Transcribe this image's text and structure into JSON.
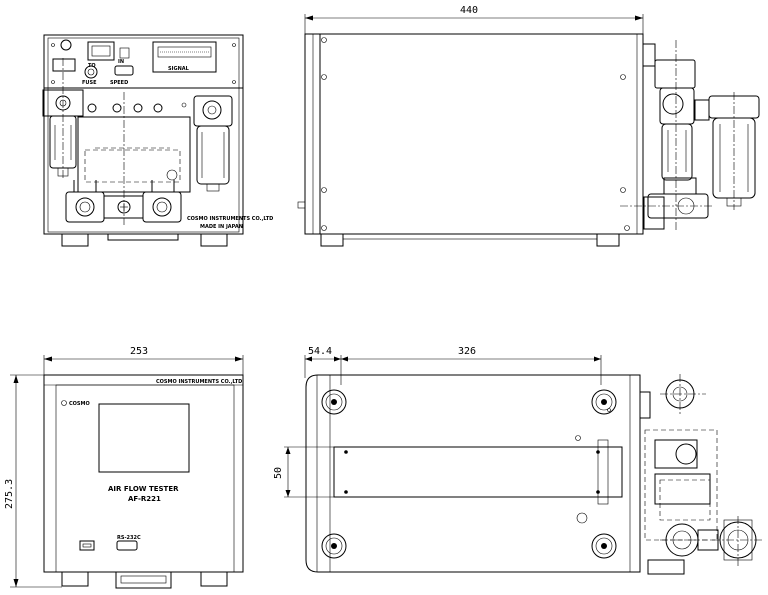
{
  "dimensions": {
    "side_width": "440",
    "front_width": "253",
    "front_height": "275.3",
    "bottom_offset": "54.4",
    "bottom_pitch": "326",
    "bracket_width": "50"
  },
  "front_panel": {
    "company": "COSMO INSTRUMENTS CO.,LTD",
    "logo": "COSMO",
    "product_title": "AIR FLOW TESTER",
    "model": "AF-R221"
  },
  "rear_panel": {
    "labels": [
      "TO",
      "IN",
      "FUSE",
      "SPEED",
      "SIGNAL",
      "COSMO INSTRUMENTS CO.,LTD",
      "MADE IN JAPAN"
    ]
  }
}
